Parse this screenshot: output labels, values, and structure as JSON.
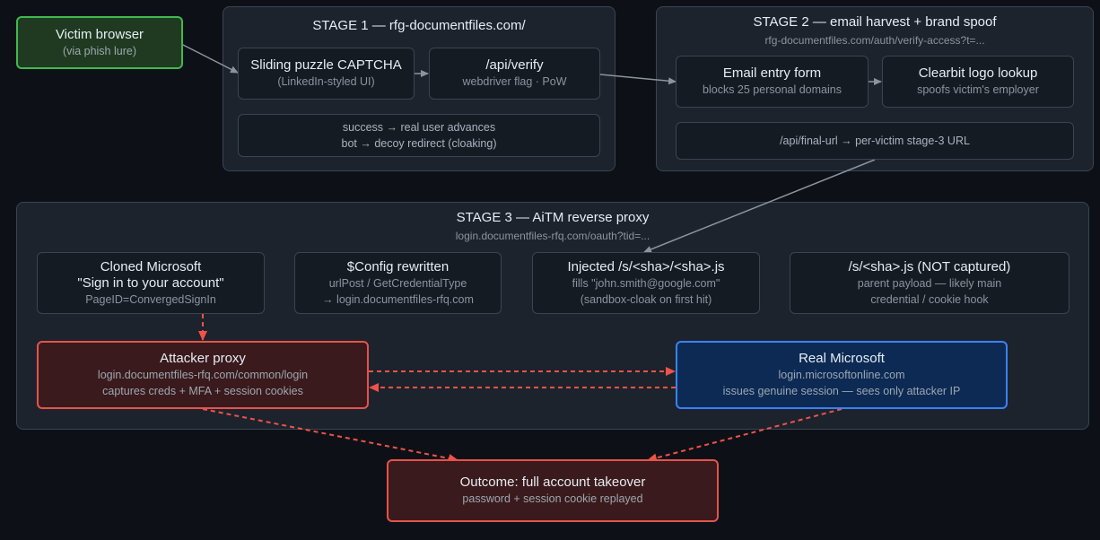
{
  "victim": {
    "title": "Victim browser",
    "sub": "(via phish lure)"
  },
  "stage1": {
    "title": "STAGE 1 — rfg-documentfiles.com/",
    "captcha": {
      "title": "Sliding puzzle CAPTCHA",
      "sub": "(LinkedIn-styled UI)"
    },
    "verify": {
      "title": "/api/verify",
      "sub": "webdriver flag · PoW"
    },
    "note": {
      "line1": "success → real user advances",
      "line2": "bot → decoy redirect (cloaking)"
    }
  },
  "stage2": {
    "title": "STAGE 2 — email harvest + brand spoof",
    "sub": "rfg-documentfiles.com/auth/verify-access?t=...",
    "email": {
      "title": "Email entry form",
      "sub": "blocks 25 personal domains"
    },
    "clearbit": {
      "title": "Clearbit logo lookup",
      "sub": "spoofs victim's employer"
    },
    "final": {
      "line1": "/api/final-url → per-victim stage-3 URL"
    }
  },
  "stage3": {
    "title": "STAGE 3 — AiTM reverse proxy",
    "sub": "login.documentfiles-rfq.com/oauth?tid=...",
    "cloned": {
      "title1": "Cloned Microsoft",
      "title2": "\"Sign in to your account\"",
      "sub": "PageID=ConvergedSignIn"
    },
    "config": {
      "title": "$Config rewritten",
      "sub1": "urlPost / GetCredentialType",
      "sub2": "→ login.documentfiles-rfq.com"
    },
    "injected": {
      "title": "Injected /s/<sha>/<sha>.js",
      "sub1": "fills \"john.smith@google.com\"",
      "sub2": "(sandbox-cloak on first hit)"
    },
    "notcaptured": {
      "title": "/s/<sha>.js (NOT captured)",
      "sub1": "parent payload — likely main",
      "sub2": "credential / cookie hook"
    },
    "proxy": {
      "title": "Attacker proxy",
      "sub1": "login.documentfiles-rfq.com/common/login",
      "sub2": "captures creds + MFA + session cookies"
    },
    "realms": {
      "title": "Real Microsoft",
      "sub1": "login.microsoftonline.com",
      "sub2": "issues genuine session — sees only attacker IP"
    }
  },
  "outcome": {
    "title": "Outcome: full account takeover",
    "sub": "password + session cookie replayed"
  },
  "colors": {
    "solid_arrow": "#8b949e",
    "dashed_arrow": "#f0524a",
    "victim_border": "#3fb950",
    "proxy_border": "#e5534b",
    "microsoft_border": "#3a82f7"
  }
}
